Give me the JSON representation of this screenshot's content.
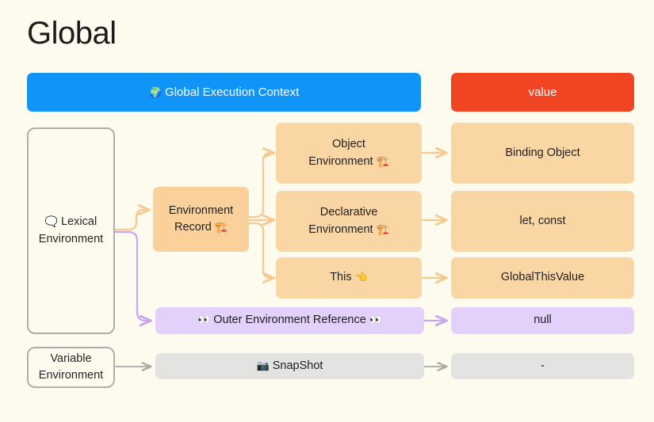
{
  "page": {
    "title": "Global",
    "background_color": "#fdfaee"
  },
  "colors": {
    "blue": "#1094f7",
    "red": "#f04423",
    "orange": "#fad6a5",
    "purple": "#e3d0fb",
    "gray": "#e3e3e1",
    "outline": "#b0aeab",
    "arrow_orange": "#f7c98e",
    "arrow_purple": "#c9a5f0",
    "arrow_gray": "#a8a8a5"
  },
  "header_row": {
    "context_label": "Global Execution Context",
    "context_icon": "globe-icon",
    "context_emoji": "🌍",
    "value_label": "value"
  },
  "left_column": {
    "lexical": {
      "emoji": "🗨️",
      "icon": "speech-balloon-icon",
      "line1": "Lexical",
      "line2": "Environment"
    },
    "variable": {
      "line1": "Variable",
      "line2": "Environment"
    }
  },
  "second_column": {
    "environment_record": {
      "line1": "Environment",
      "line2": "Record",
      "emoji": "🏗️",
      "icon": "building-construction-icon"
    },
    "outer_env_ref": {
      "label": "Outer Environment Reference",
      "emoji_left": "👀",
      "emoji_right": "👀",
      "icon": "eyes-icon"
    },
    "snapshot": {
      "label": "SnapShot",
      "emoji": "📷",
      "icon": "camera-icon"
    }
  },
  "third_column": [
    {
      "line1": "Object",
      "line2": "Environment",
      "emoji": "🏗️",
      "icon": "building-construction-icon"
    },
    {
      "line1": "Declarative",
      "line2": "Environment",
      "emoji": "🏗️",
      "icon": "building-construction-icon"
    },
    {
      "line1": "This",
      "line2": "",
      "emoji": "👈",
      "icon": "pointing-hand-icon"
    }
  ],
  "value_column": [
    {
      "label": "Binding Object"
    },
    {
      "label": "let, const"
    },
    {
      "label": "GlobalThisValue"
    },
    {
      "label": "null"
    },
    {
      "label": "-"
    }
  ]
}
